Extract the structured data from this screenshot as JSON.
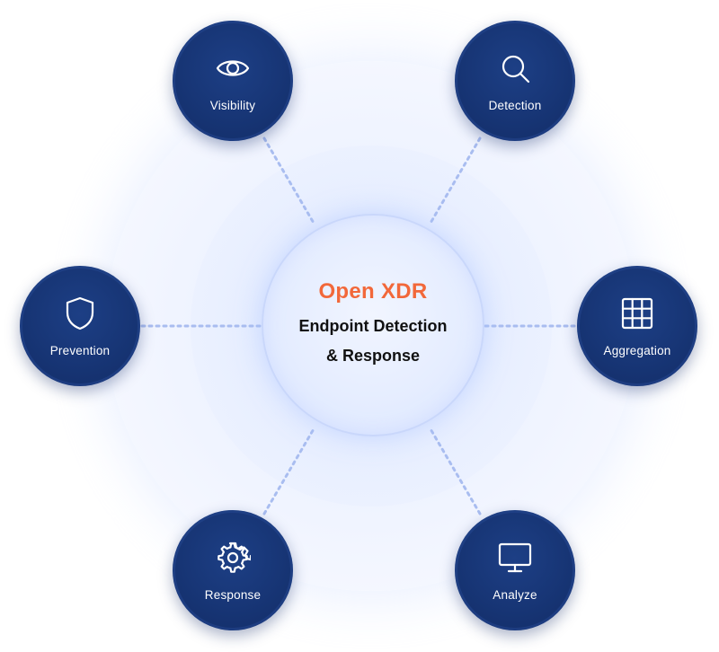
{
  "center": {
    "title": "Open XDR",
    "subtitle_line1": "Endpoint Detection",
    "subtitle_line2": "& Response"
  },
  "nodes": [
    {
      "id": "visibility",
      "label": "Visibility",
      "icon": "eye-icon"
    },
    {
      "id": "detection",
      "label": "Detection",
      "icon": "search-icon"
    },
    {
      "id": "prevention",
      "label": "Prevention",
      "icon": "shield-icon"
    },
    {
      "id": "aggregation",
      "label": "Aggregation",
      "icon": "grid-icon"
    },
    {
      "id": "response",
      "label": "Response",
      "icon": "gear-icon"
    },
    {
      "id": "analyze",
      "label": "Analyze",
      "icon": "monitor-icon"
    }
  ],
  "colors": {
    "accent": "#f2683a",
    "node_fill": "#173575",
    "connector": "#a9bdf0",
    "halo": "#edf2ff"
  }
}
